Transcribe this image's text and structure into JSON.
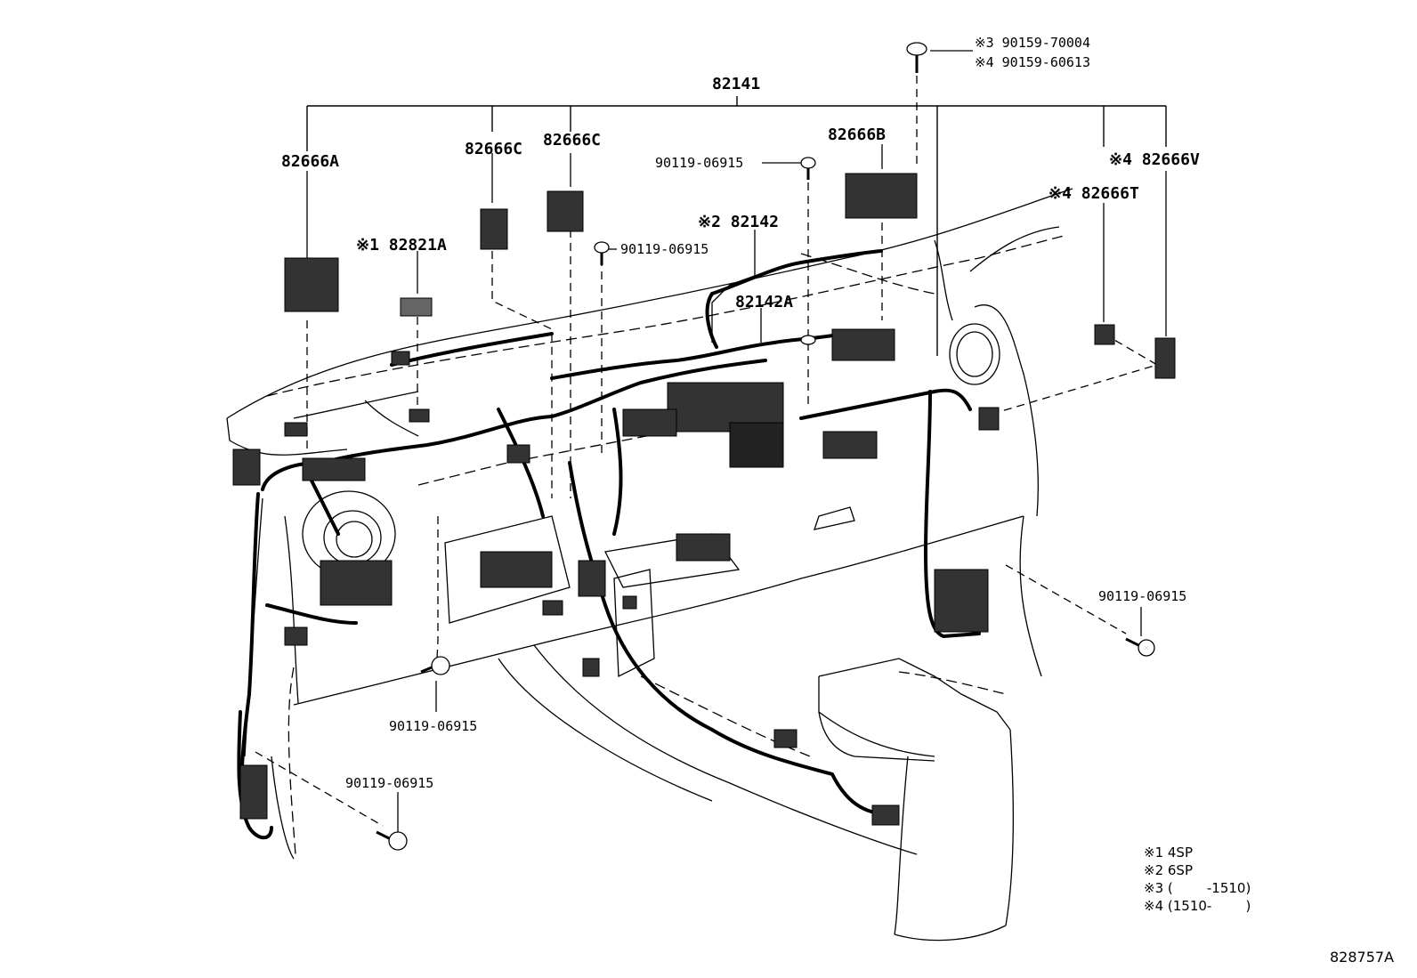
{
  "diagram": {
    "parts": {
      "p82141": "82141",
      "p82666A": "82666A",
      "p82666C_1": "82666C",
      "p82666C_2": "82666C",
      "p82666B": "82666B",
      "p82666V": "※4 82666V",
      "p82666T": "※4 82666T",
      "p82821A": "※1 82821A",
      "p82142": "※2 82142",
      "p82142A": "82142A",
      "bolt_top_1": "※3 90159-70004",
      "bolt_top_2": "※4 90159-60613",
      "bolt_a": "90119-06915",
      "bolt_b": "90119-06915",
      "bolt_c": "90119-06915",
      "bolt_d": "90119-06915",
      "bolt_e": "90119-06915"
    },
    "notes": [
      "※1 4SP",
      "※2 6SP",
      "※3 (        -1510)",
      "※4 (1510-        )"
    ],
    "ref_code": "828757A"
  }
}
